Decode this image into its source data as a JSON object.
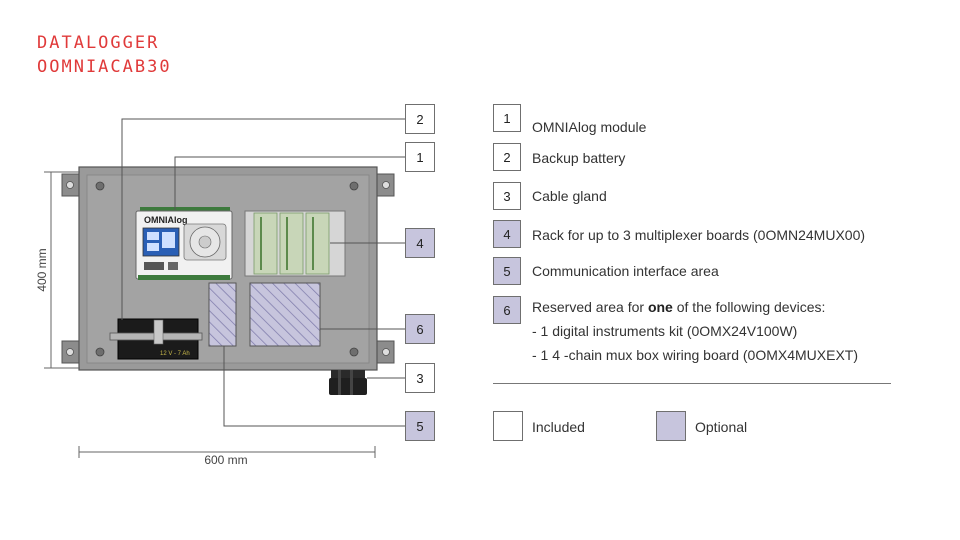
{
  "header": {
    "line1": "DATALOGGER",
    "line2": "OOMNIACAB30"
  },
  "diagram": {
    "width_label": "600 mm",
    "height_label": "400 mm",
    "callouts": [
      {
        "num": "2",
        "optional": false
      },
      {
        "num": "1",
        "optional": false
      },
      {
        "num": "4",
        "optional": true
      },
      {
        "num": "6",
        "optional": true
      },
      {
        "num": "3",
        "optional": false
      },
      {
        "num": "5",
        "optional": true
      }
    ],
    "module": {
      "brand": "OMNIAlog"
    },
    "battery_label": "12 V - 7 Ah"
  },
  "legend": {
    "items": [
      {
        "num": "1",
        "label": "OMNIAlog module",
        "optional": false
      },
      {
        "num": "2",
        "label": "Backup battery",
        "optional": false
      },
      {
        "num": "3",
        "label": "Cable gland",
        "optional": false
      },
      {
        "num": "4",
        "label": "Rack for up to 3 multiplexer boards (0OMN24MUX00)",
        "optional": true
      },
      {
        "num": "5",
        "label": "Communication interface area",
        "optional": true
      }
    ],
    "item6": {
      "num": "6",
      "optional": true,
      "prefix": "Reserved area for ",
      "bold": "one",
      "suffix": " of the following devices:",
      "options": [
        "- 1 digital instruments kit (0OMX24V100W)",
        "- 1 4 -chain mux box wiring board (0OMX4MUXEXT)"
      ]
    }
  },
  "key": {
    "included": "Included",
    "optional": "Optional"
  },
  "colors": {
    "title": "#e03a3a",
    "optional_fill": "#c7c5dd",
    "enclosure": "#9a9a9a"
  }
}
